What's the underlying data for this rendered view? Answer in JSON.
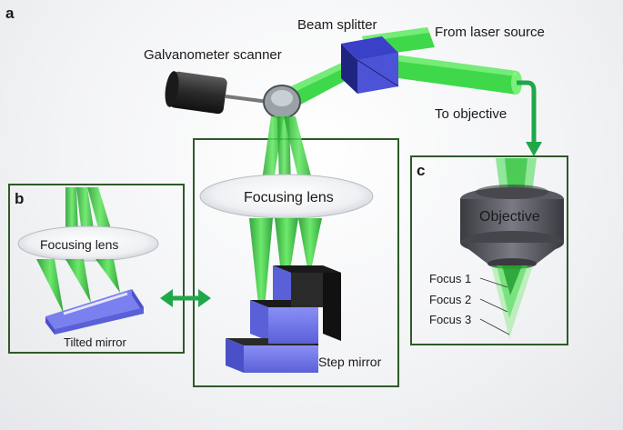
{
  "panels": {
    "a": {
      "letter": "a"
    },
    "b": {
      "letter": "b",
      "lens_label": "Focusing lens",
      "mirror_label": "Tilted mirror"
    },
    "center": {
      "lens_label": "Focusing lens",
      "mirror_label": "Step mirror"
    },
    "c": {
      "letter": "c",
      "objective_label": "Objective",
      "focus_labels": [
        "Focus 1",
        "Focus 2",
        "Focus 3"
      ]
    }
  },
  "top": {
    "beam_splitter_label": "Beam splitter",
    "laser_source_label": "From laser source",
    "galvo_label": "Galvanometer scanner",
    "to_objective_label": "To objective"
  },
  "colors": {
    "beam": "#3fd84a",
    "beam_dark": "#1f9a2a",
    "panel_border": "#2f5a2a",
    "mirror_blue": "#6a70e8",
    "arrow_green": "#1fa84a"
  }
}
